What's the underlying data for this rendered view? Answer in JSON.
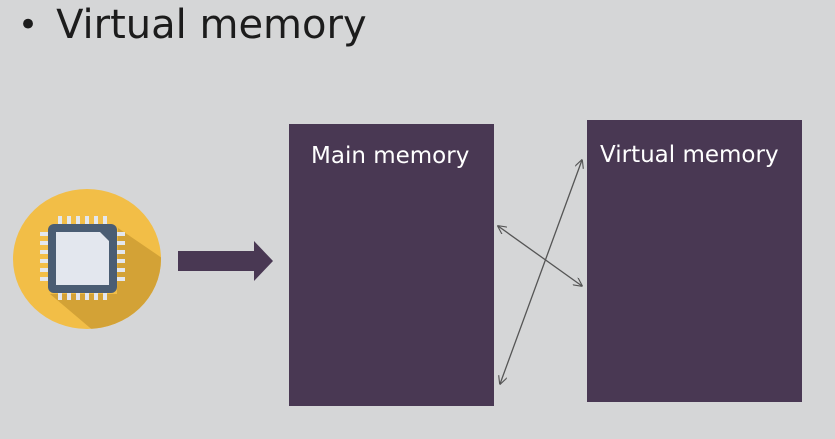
{
  "slide": {
    "bullet": "•",
    "title": "Virtual memory"
  },
  "diagram": {
    "main_memory_label": "Main memory",
    "virtual_memory_label": "Virtual memory",
    "processor_icon": "cpu-chip-icon",
    "colors": {
      "background": "#d5d6d7",
      "memory_box": "#493853",
      "cpu_circle": "#f2be47",
      "cpu_shadow": "#d3a236",
      "chip_body": "#4a5d73",
      "chip_face": "#e3e7ee",
      "arrow": "#493853",
      "connector": "#555555"
    }
  }
}
